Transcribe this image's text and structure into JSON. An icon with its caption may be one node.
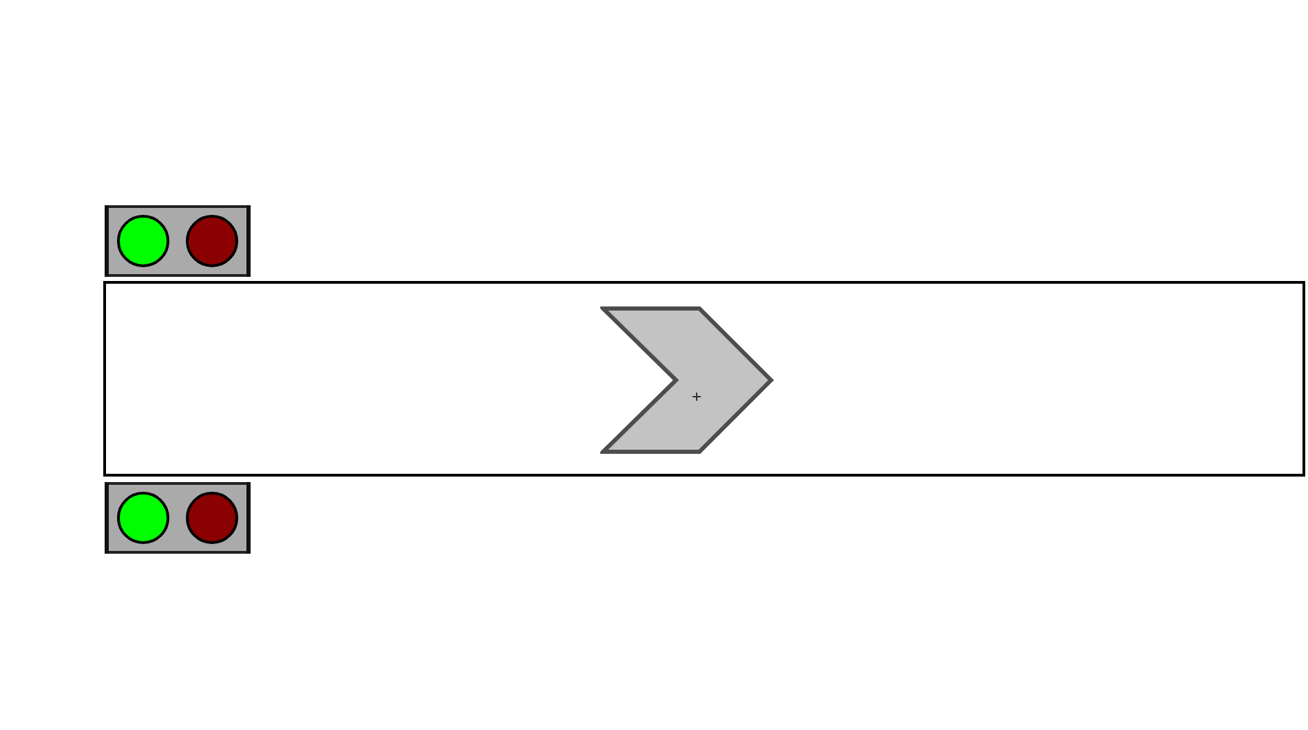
{
  "diagram": {
    "nodes": [
      {
        "text": [],
        "shape": "picture"
      },
      {
        "text": [],
        "shape": "box"
      },
      {
        "text": [],
        "shape": "chevron",
        "in": 1
      },
      {
        "text": [],
        "shape": "picture"
      }
    ]
  }
}
